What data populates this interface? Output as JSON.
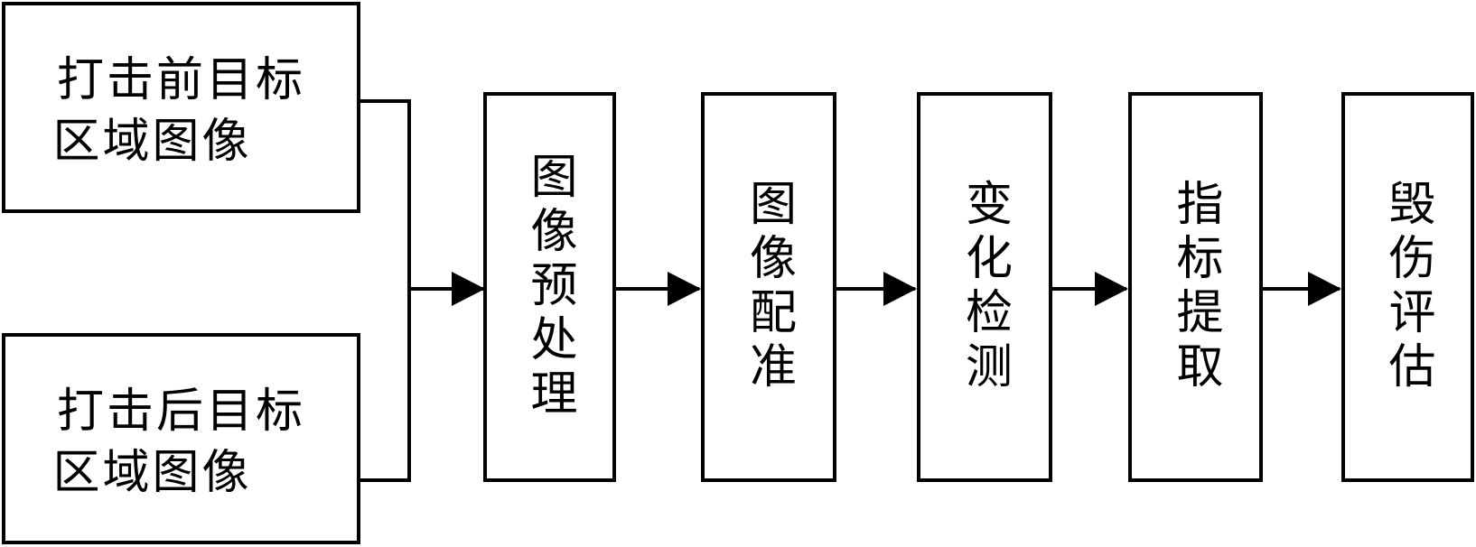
{
  "inputs": [
    {
      "line1": "打击前目标",
      "line2": "区域图像"
    },
    {
      "line1": "打击后目标",
      "line2": "区域图像"
    }
  ],
  "steps": [
    {
      "label": "图像预处理"
    },
    {
      "label": "图像配准"
    },
    {
      "label": "变化检测"
    },
    {
      "label": "指标提取"
    },
    {
      "label": "毁伤评估"
    }
  ],
  "colors": {
    "stroke": "#000000",
    "background": "#ffffff"
  }
}
